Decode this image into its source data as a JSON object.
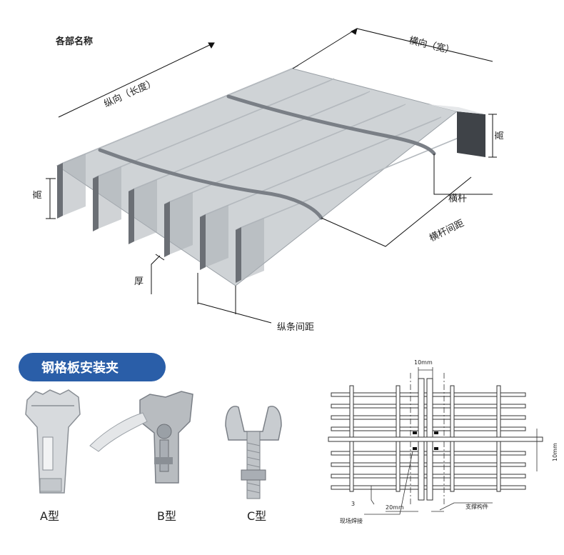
{
  "colors": {
    "badge": "#2a5ea8",
    "bar_top": "#d9dde0",
    "bar_front": "#6b6f75",
    "bar_side": "#a9aeb4",
    "line": "#111111"
  },
  "top_diagram": {
    "title": "各部名称",
    "longitudinal": "纵向（长度）",
    "transverse": "横向（宽）",
    "height_left": "高",
    "height_right": "高",
    "cross_bar": "横杆",
    "cross_bar_spacing": "横杆间距",
    "thickness": "厚",
    "bar_spacing": "纵条间距"
  },
  "badge": {
    "label": "钢格板安装夹"
  },
  "clips": [
    {
      "label": "A型",
      "icon": "clip-a-icon"
    },
    {
      "label": "B型",
      "icon": "clip-b-icon"
    },
    {
      "label": "C型",
      "icon": "clip-c-icon"
    }
  ],
  "install_drawing": {
    "gap_top": "10mm",
    "gap_right": "10mm",
    "gap_bottom": "20mm",
    "number": "3",
    "weld_label": "现场焊接",
    "support_label": "支撑构件"
  }
}
